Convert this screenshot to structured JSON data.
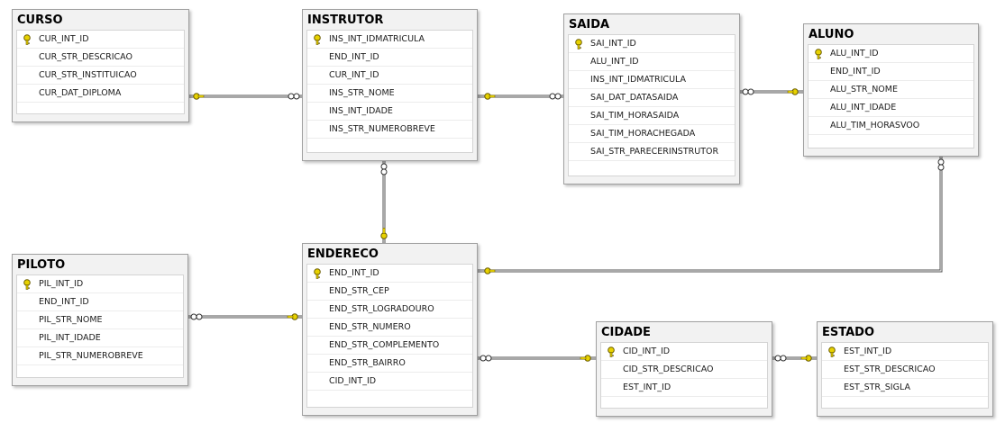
{
  "tables": {
    "curso": {
      "name": "CURSO",
      "columns": [
        "CUR_INT_ID",
        "CUR_STR_DESCRICAO",
        "CUR_STR_INSTITUICAO",
        "CUR_DAT_DIPLOMA"
      ]
    },
    "instrutor": {
      "name": "INSTRUTOR",
      "columns": [
        "INS_INT_IDMATRICULA",
        "END_INT_ID",
        "CUR_INT_ID",
        "INS_STR_NOME",
        "INS_INT_IDADE",
        "INS_STR_NUMEROBREVE"
      ]
    },
    "saida": {
      "name": "SAIDA",
      "columns": [
        "SAI_INT_ID",
        "ALU_INT_ID",
        "INS_INT_IDMATRICULA",
        "SAI_DAT_DATASAIDA",
        "SAI_TIM_HORASAIDA",
        "SAI_TIM_HORACHEGADA",
        "SAI_STR_PARECERINSTRUTOR"
      ]
    },
    "aluno": {
      "name": "ALUNO",
      "columns": [
        "ALU_INT_ID",
        "END_INT_ID",
        "ALU_STR_NOME",
        "ALU_INT_IDADE",
        "ALU_TIM_HORASVOO"
      ]
    },
    "piloto": {
      "name": "PILOTO",
      "columns": [
        "PIL_INT_ID",
        "END_INT_ID",
        "PIL_STR_NOME",
        "PIL_INT_IDADE",
        "PIL_STR_NUMEROBREVE"
      ]
    },
    "endereco": {
      "name": "ENDERECO",
      "columns": [
        "END_INT_ID",
        "END_STR_CEP",
        "END_STR_LOGRADOURO",
        "END_STR_NUMERO",
        "END_STR_COMPLEMENTO",
        "END_STR_BAIRRO",
        "CID_INT_ID"
      ]
    },
    "cidade": {
      "name": "CIDADE",
      "columns": [
        "CID_INT_ID",
        "CID_STR_DESCRICAO",
        "EST_INT_ID"
      ]
    },
    "estado": {
      "name": "ESTADO",
      "columns": [
        "EST_INT_ID",
        "EST_STR_DESCRICAO",
        "EST_STR_SIGLA"
      ]
    }
  },
  "colors": {
    "key": "#e8d200",
    "line": "#505050",
    "header_bg": "#f2f2f2"
  },
  "icons": {
    "primary_key": "key-icon",
    "one_end": "key-icon",
    "many_end": "infinity-icon"
  }
}
